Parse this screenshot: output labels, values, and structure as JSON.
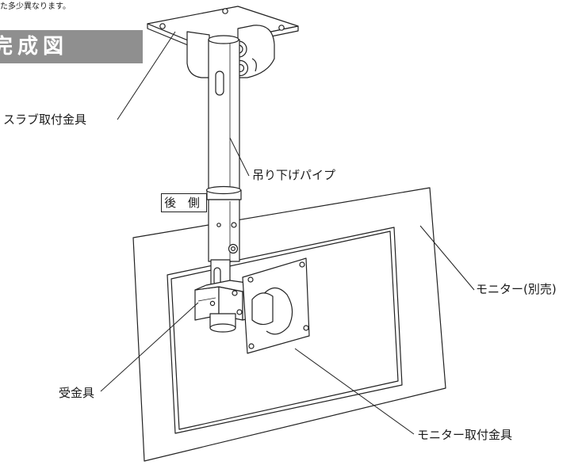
{
  "header": {
    "note": "た多少異なります。",
    "title": "完成図"
  },
  "labels": {
    "slab_bracket": "スラブ取付金具",
    "hanging_pipe": "吊り下げパイプ",
    "rear_side": "後 側",
    "monitor": "モニター(別売)",
    "receiver_bracket": "受金具",
    "monitor_bracket": "モニター取付金具"
  }
}
